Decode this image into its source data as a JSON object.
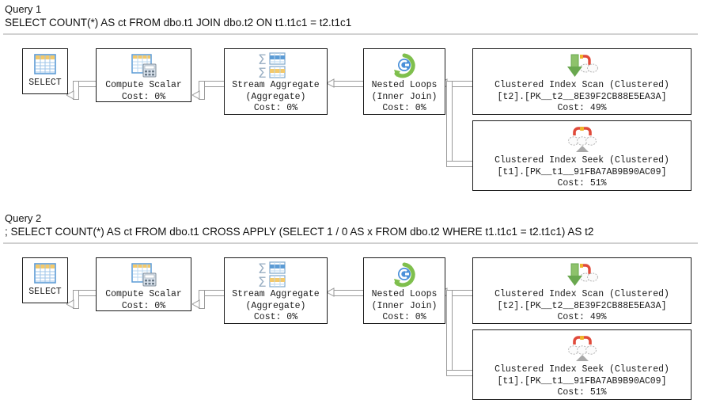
{
  "queries": [
    {
      "title": "Query 1",
      "sql": "SELECT COUNT(*) AS ct FROM dbo.t1 JOIN dbo.t2 ON t1.t1c1 = t2.t1c1",
      "nodes": {
        "select": {
          "icon": "result-table-icon",
          "line1": "SELECT",
          "line2": "",
          "line3": ""
        },
        "compute": {
          "icon": "compute-scalar-icon",
          "line1": "Compute Scalar",
          "line2": "Cost: 0%",
          "line3": ""
        },
        "stream": {
          "icon": "stream-aggregate-icon",
          "line1": "Stream Aggregate",
          "line2": "(Aggregate)",
          "line3": "Cost: 0%"
        },
        "loops": {
          "icon": "nested-loops-icon",
          "line1": "Nested Loops",
          "line2": "(Inner Join)",
          "line3": "Cost: 0%"
        },
        "scan": {
          "icon": "clustered-index-scan-icon",
          "line1": "Clustered Index Scan (Clustered)",
          "line2": "[t2].[PK__t2__8E39F2CB88E5EA3A]",
          "line3": "Cost: 49%"
        },
        "seek": {
          "icon": "clustered-index-seek-icon",
          "line1": "Clustered Index Seek (Clustered)",
          "line2": "[t1].[PK__t1__91FBA7AB9B90AC09]",
          "line3": "Cost: 51%"
        }
      }
    },
    {
      "title": "Query 2",
      "sql": "; SELECT COUNT(*) AS ct FROM dbo.t1 CROSS APPLY (SELECT 1 / 0 AS x FROM dbo.t2 WHERE t1.t1c1 = t2.t1c1) AS t2",
      "nodes": {
        "select": {
          "icon": "result-table-icon",
          "line1": "SELECT",
          "line2": "",
          "line3": ""
        },
        "compute": {
          "icon": "compute-scalar-icon",
          "line1": "Compute Scalar",
          "line2": "Cost: 0%",
          "line3": ""
        },
        "stream": {
          "icon": "stream-aggregate-icon",
          "line1": "Stream Aggregate",
          "line2": "(Aggregate)",
          "line3": "Cost: 0%"
        },
        "loops": {
          "icon": "nested-loops-icon",
          "line1": "Nested Loops",
          "line2": "(Inner Join)",
          "line3": "Cost: 0%"
        },
        "scan": {
          "icon": "clustered-index-scan-icon",
          "line1": "Clustered Index Scan (Clustered)",
          "line2": "[t2].[PK__t2__8E39F2CB88E5EA3A]",
          "line3": "Cost: 49%"
        },
        "seek": {
          "icon": "clustered-index-seek-icon",
          "line1": "Clustered Index Seek (Clustered)",
          "line2": "[t1].[PK__t1__91FBA7AB9B90AC09]",
          "line3": "Cost: 51%"
        }
      }
    }
  ],
  "colors": {
    "node_border": "#1a1a1a",
    "connector": "#9a9a9a",
    "divider": "#d0d0d0",
    "table_blue": "#5b9bd5",
    "table_header_gold": "#f0c060",
    "arrow_green": "#6aa84f",
    "seek_red": "#e04a3a",
    "text": "#1a1a1a"
  }
}
